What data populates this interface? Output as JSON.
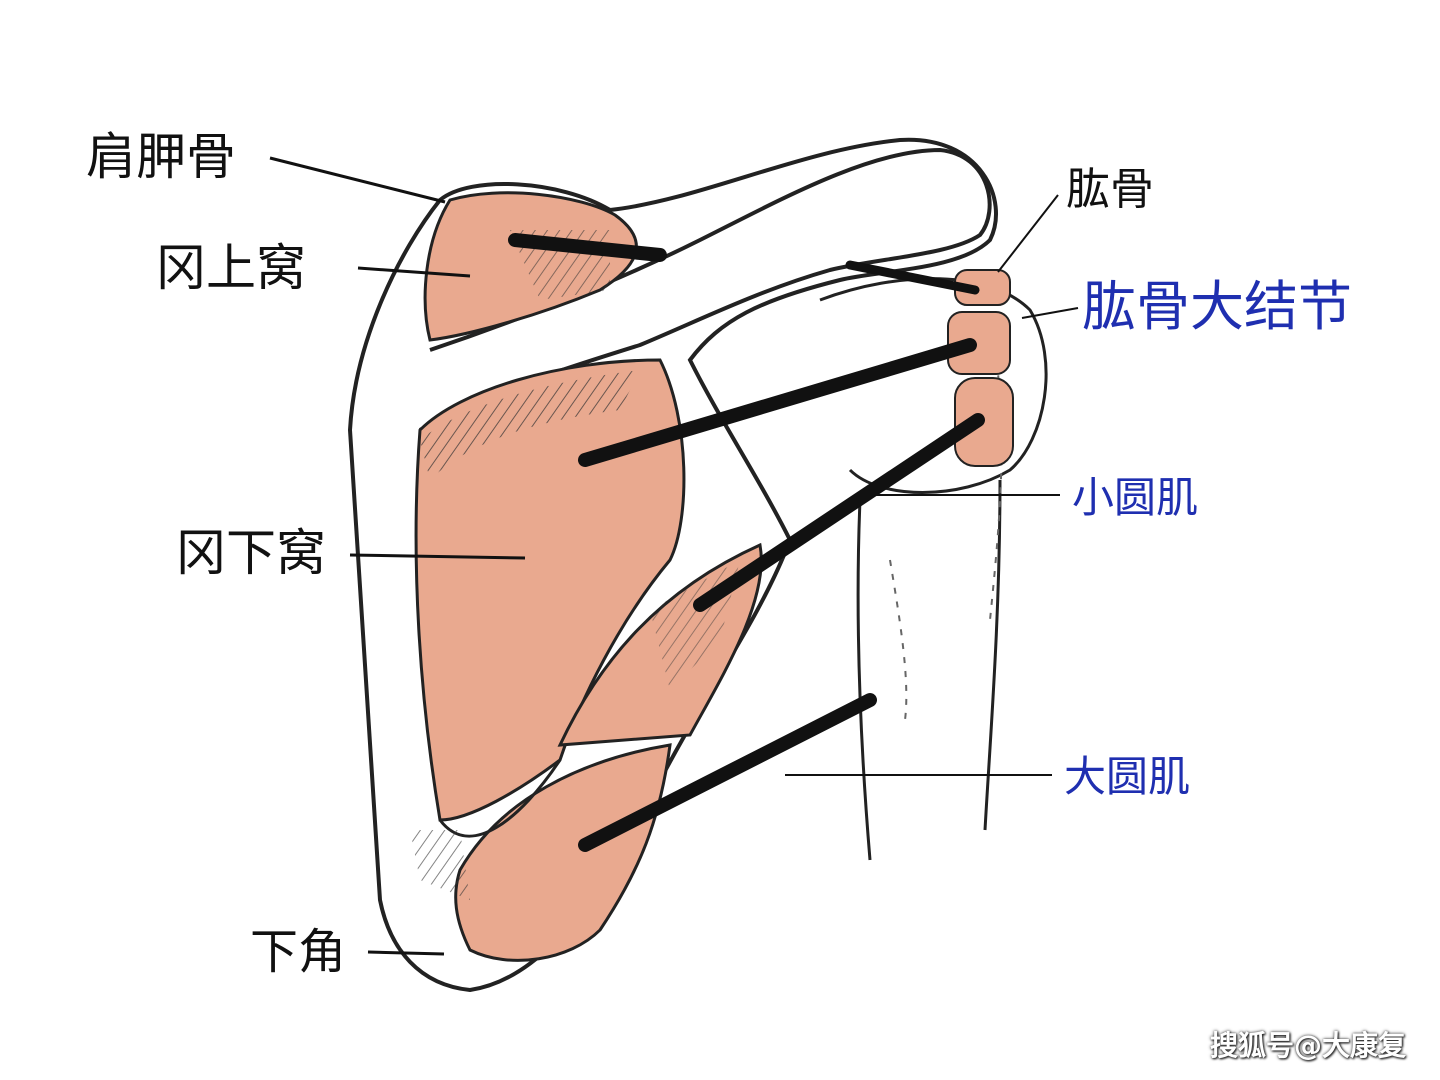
{
  "colors": {
    "muscle": "#e9a98f",
    "muscle_dark": "#d9876b",
    "outline": "#222222",
    "label_black": "#111111",
    "label_blue": "#1f2fb0"
  },
  "labels": {
    "scapula": "肩胛骨",
    "supraspinous_fossa": "冈上窝",
    "infraspinous_fossa": "冈下窝",
    "inferior_angle": "下角",
    "humerus": "肱骨",
    "greater_tubercle": "肱骨大结节",
    "teres_minor": "小圆肌",
    "teres_major": "大圆肌"
  },
  "watermark": "搜狐号@大康复"
}
